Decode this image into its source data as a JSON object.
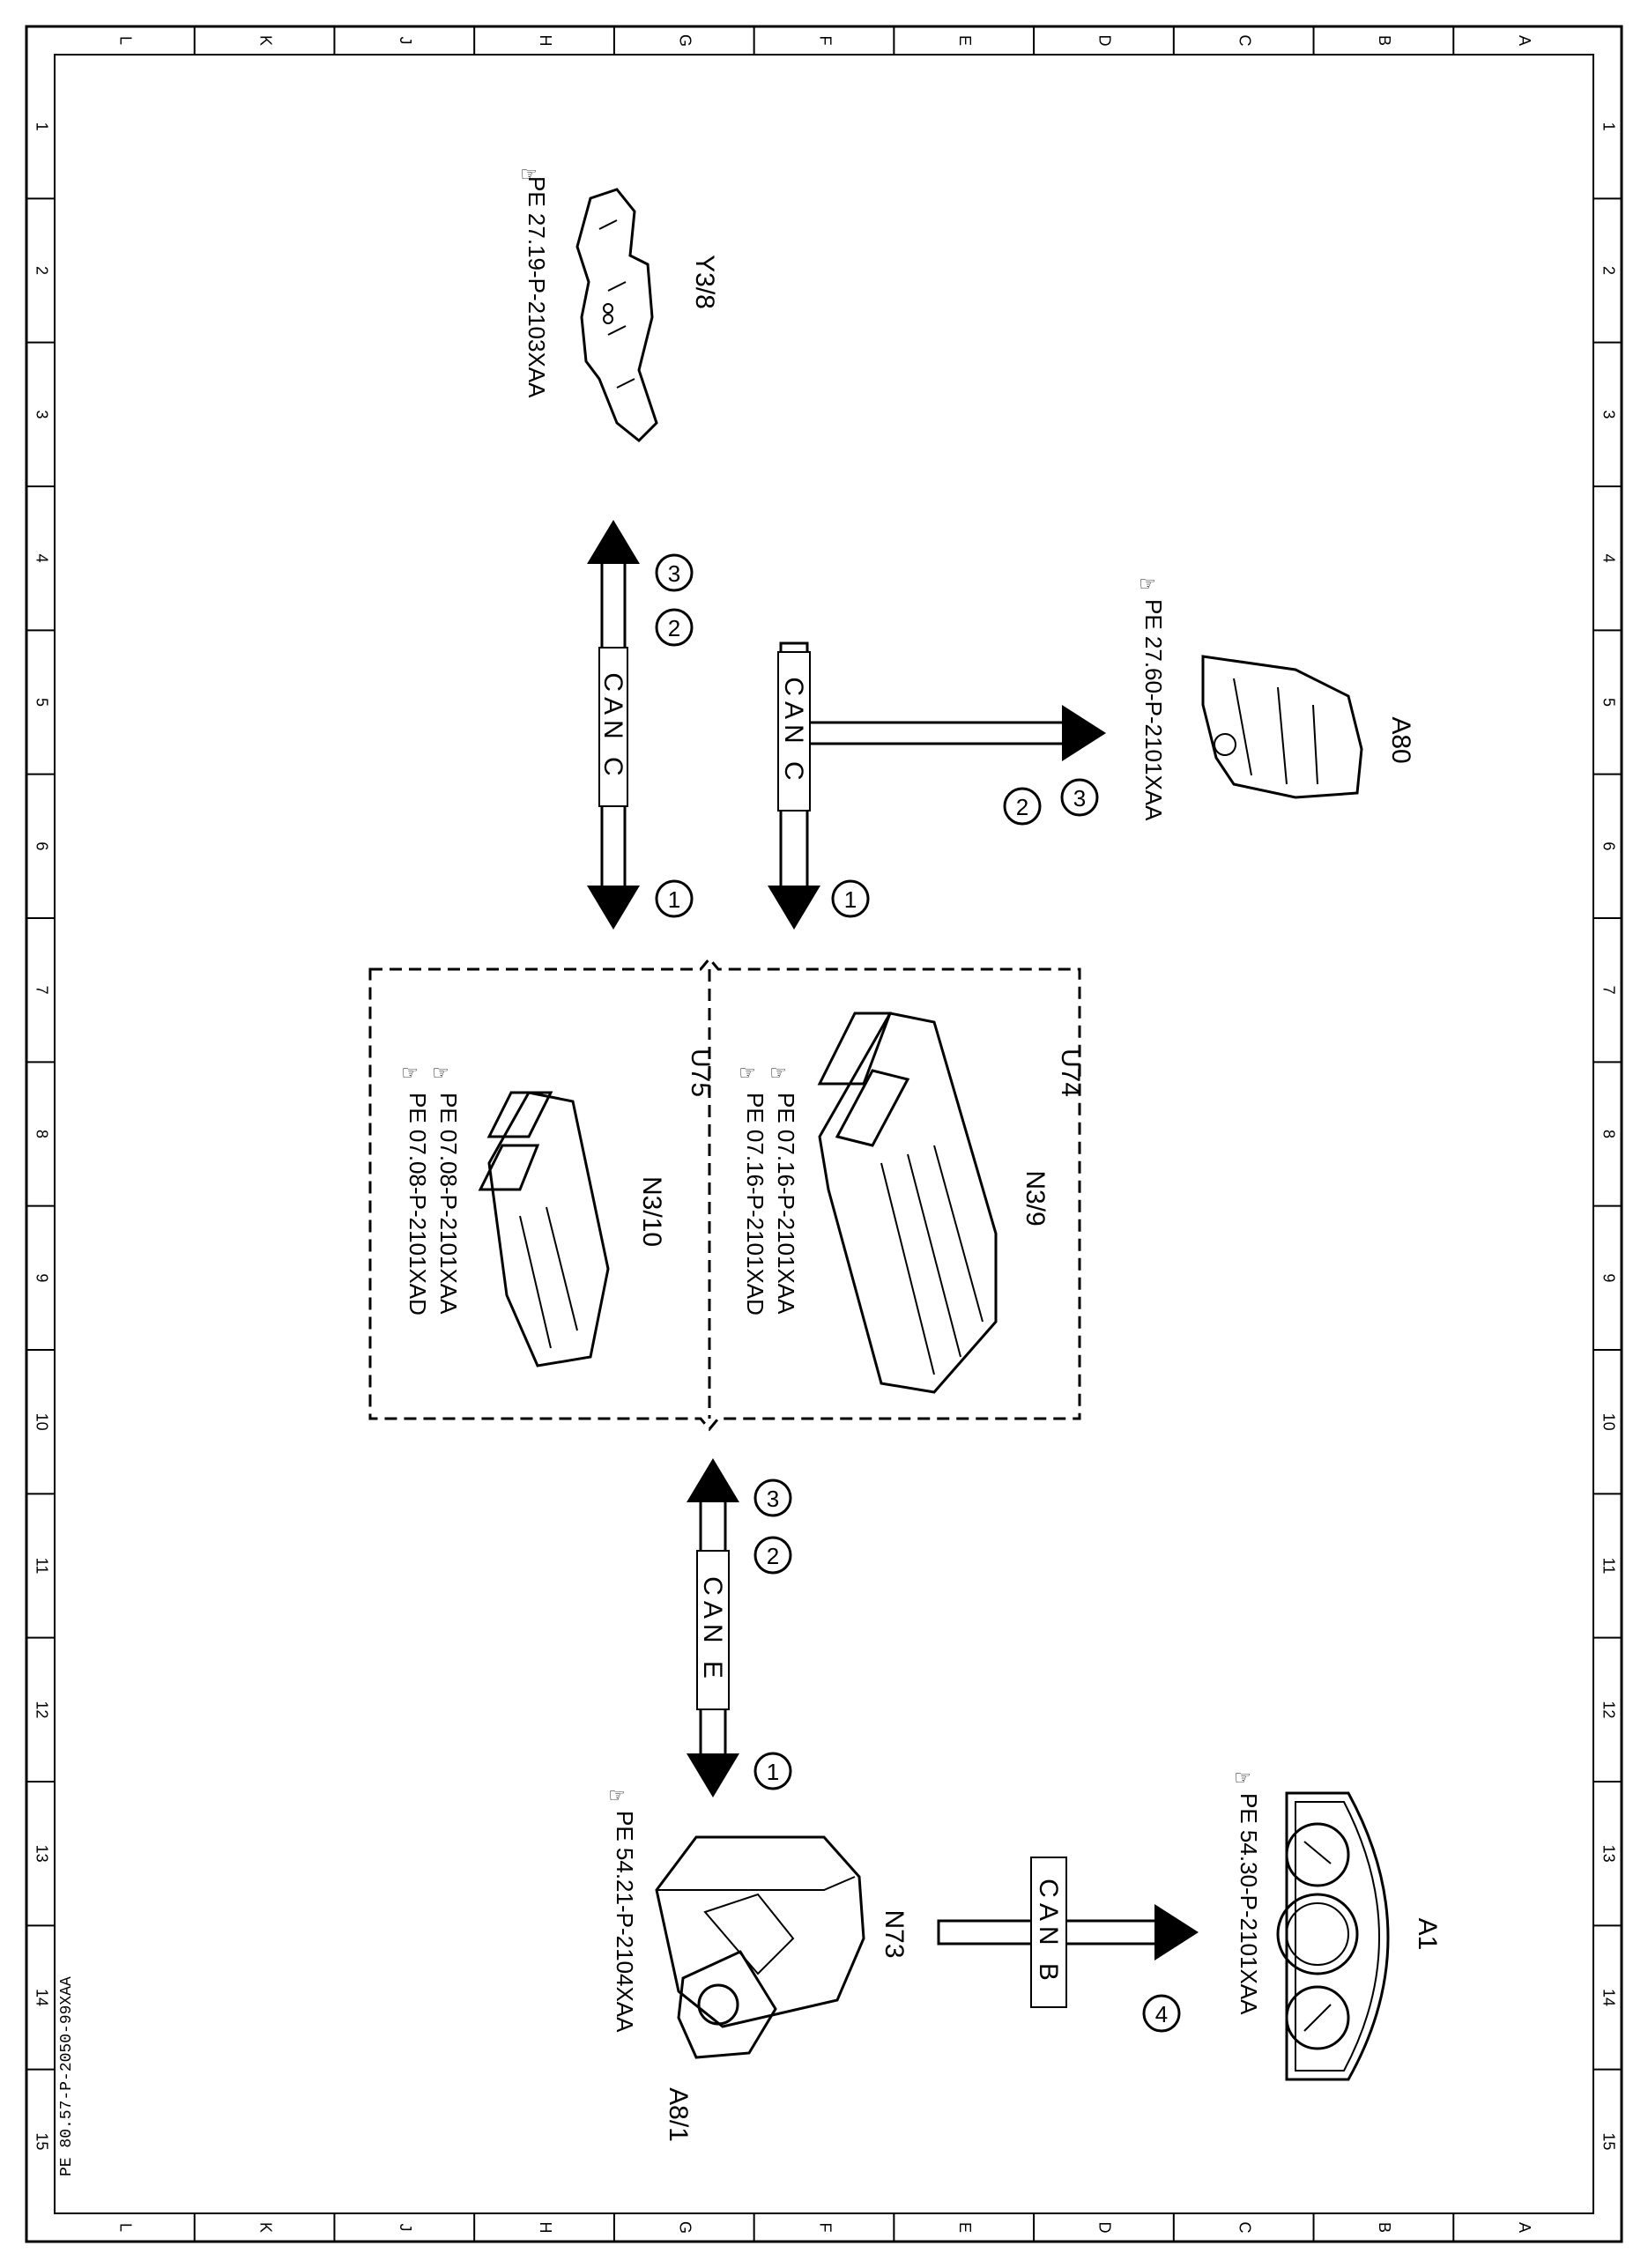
{
  "frame": {
    "col_letters": [
      "L",
      "K",
      "J",
      "H",
      "G",
      "F",
      "E",
      "D",
      "C",
      "B",
      "A"
    ],
    "row_numbers": [
      "1",
      "2",
      "3",
      "4",
      "5",
      "6",
      "7",
      "8",
      "9",
      "10",
      "11",
      "12",
      "13",
      "14",
      "15"
    ],
    "doc_id": "PE 80.57-P-2050-99XAA"
  },
  "components": {
    "y3_8": {
      "label": "Y3/8",
      "ref": "PE 27.19-P-2103XAA"
    },
    "a80": {
      "label": "A80",
      "ref": "PE 27.60-P-2101XAA"
    },
    "n3_9": {
      "label": "N3/9",
      "ref1": "PE 07.16-P-2101XAA",
      "ref2": "PE 07.16-P-2101XAD"
    },
    "n3_10": {
      "label": "N3/10",
      "ref1": "PE 07.08-P-2101XAA",
      "ref2": "PE 07.08-P-2101XAD"
    },
    "u74": {
      "label": "U74"
    },
    "u75": {
      "label": "U75"
    },
    "n73": {
      "label": "N73",
      "ref": "PE 54.21-P-2104XAA"
    },
    "a8_1": {
      "label": "A8/1"
    },
    "a1": {
      "label": "A1",
      "ref": "PE 54.30-P-2101XAA"
    }
  },
  "buses": {
    "can_c_left": {
      "label": "CAN C",
      "markers_top": [
        "3",
        "2"
      ],
      "markers_bottom": [
        "1"
      ]
    },
    "can_c_right": {
      "label": "CAN C",
      "markers_right": [
        "3",
        "2"
      ],
      "markers_bottom": [
        "1"
      ]
    },
    "can_e": {
      "label": "CAN E",
      "markers_top": [
        "3",
        "2"
      ],
      "markers_bottom": [
        "1"
      ]
    },
    "can_b": {
      "label": "CAN B",
      "markers": [
        "4"
      ]
    }
  }
}
